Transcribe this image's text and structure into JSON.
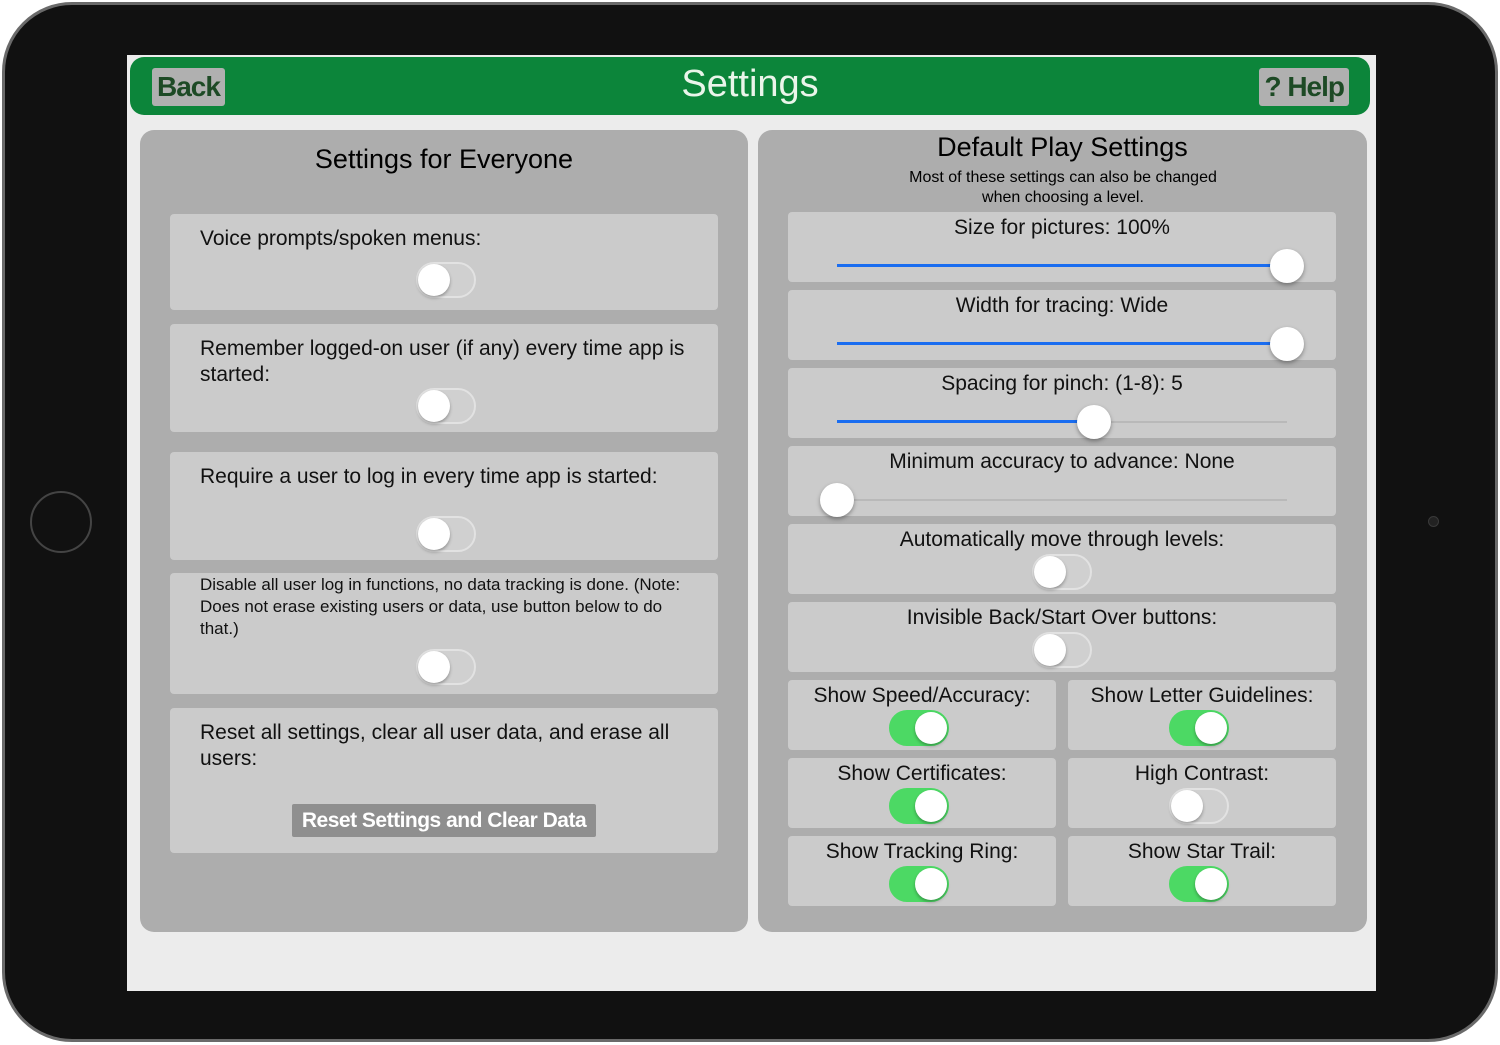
{
  "header": {
    "title": "Settings",
    "back_label": "Back",
    "help_label": "? Help",
    "color": "#0c853a"
  },
  "left": {
    "title": "Settings for Everyone",
    "rows": [
      {
        "label": "Voice prompts/spoken menus:",
        "on": false
      },
      {
        "label": "Remember logged-on user (if any) every time app is started:",
        "on": false
      },
      {
        "label": "Require a user to log in every time app is started:",
        "on": false
      },
      {
        "label": "Disable all user log in functions, no data tracking is done. (Note: Does not erase existing users or data, use button below to do that.)",
        "on": false
      }
    ],
    "reset": {
      "label": "Reset all settings, clear all user data, and erase all users:",
      "button": "Reset Settings and Clear Data"
    }
  },
  "right": {
    "title": "Default Play Settings",
    "subtitle": "Most of these settings can also be changed when choosing a level.",
    "sliders": [
      {
        "label": "Size for pictures: 100%",
        "fraction": 1.0
      },
      {
        "label": "Width for tracing: Wide",
        "fraction": 1.0
      },
      {
        "label": "Spacing for pinch: (1-8): 5",
        "fraction": 0.571
      },
      {
        "label": "Minimum accuracy to advance: None",
        "fraction": 0.0
      }
    ],
    "toggles": [
      {
        "label": "Automatically move through levels:",
        "on": false
      },
      {
        "label": "Invisible Back/Start Over buttons:",
        "on": false
      }
    ],
    "grid": [
      {
        "label": "Show Speed/Accuracy:",
        "on": true
      },
      {
        "label": "Show Letter Guidelines:",
        "on": true
      },
      {
        "label": "Show Certificates:",
        "on": true
      },
      {
        "label": "High Contrast:",
        "on": false
      },
      {
        "label": "Show Tracking Ring:",
        "on": true
      },
      {
        "label": "Show Star Trail:",
        "on": true
      }
    ]
  }
}
